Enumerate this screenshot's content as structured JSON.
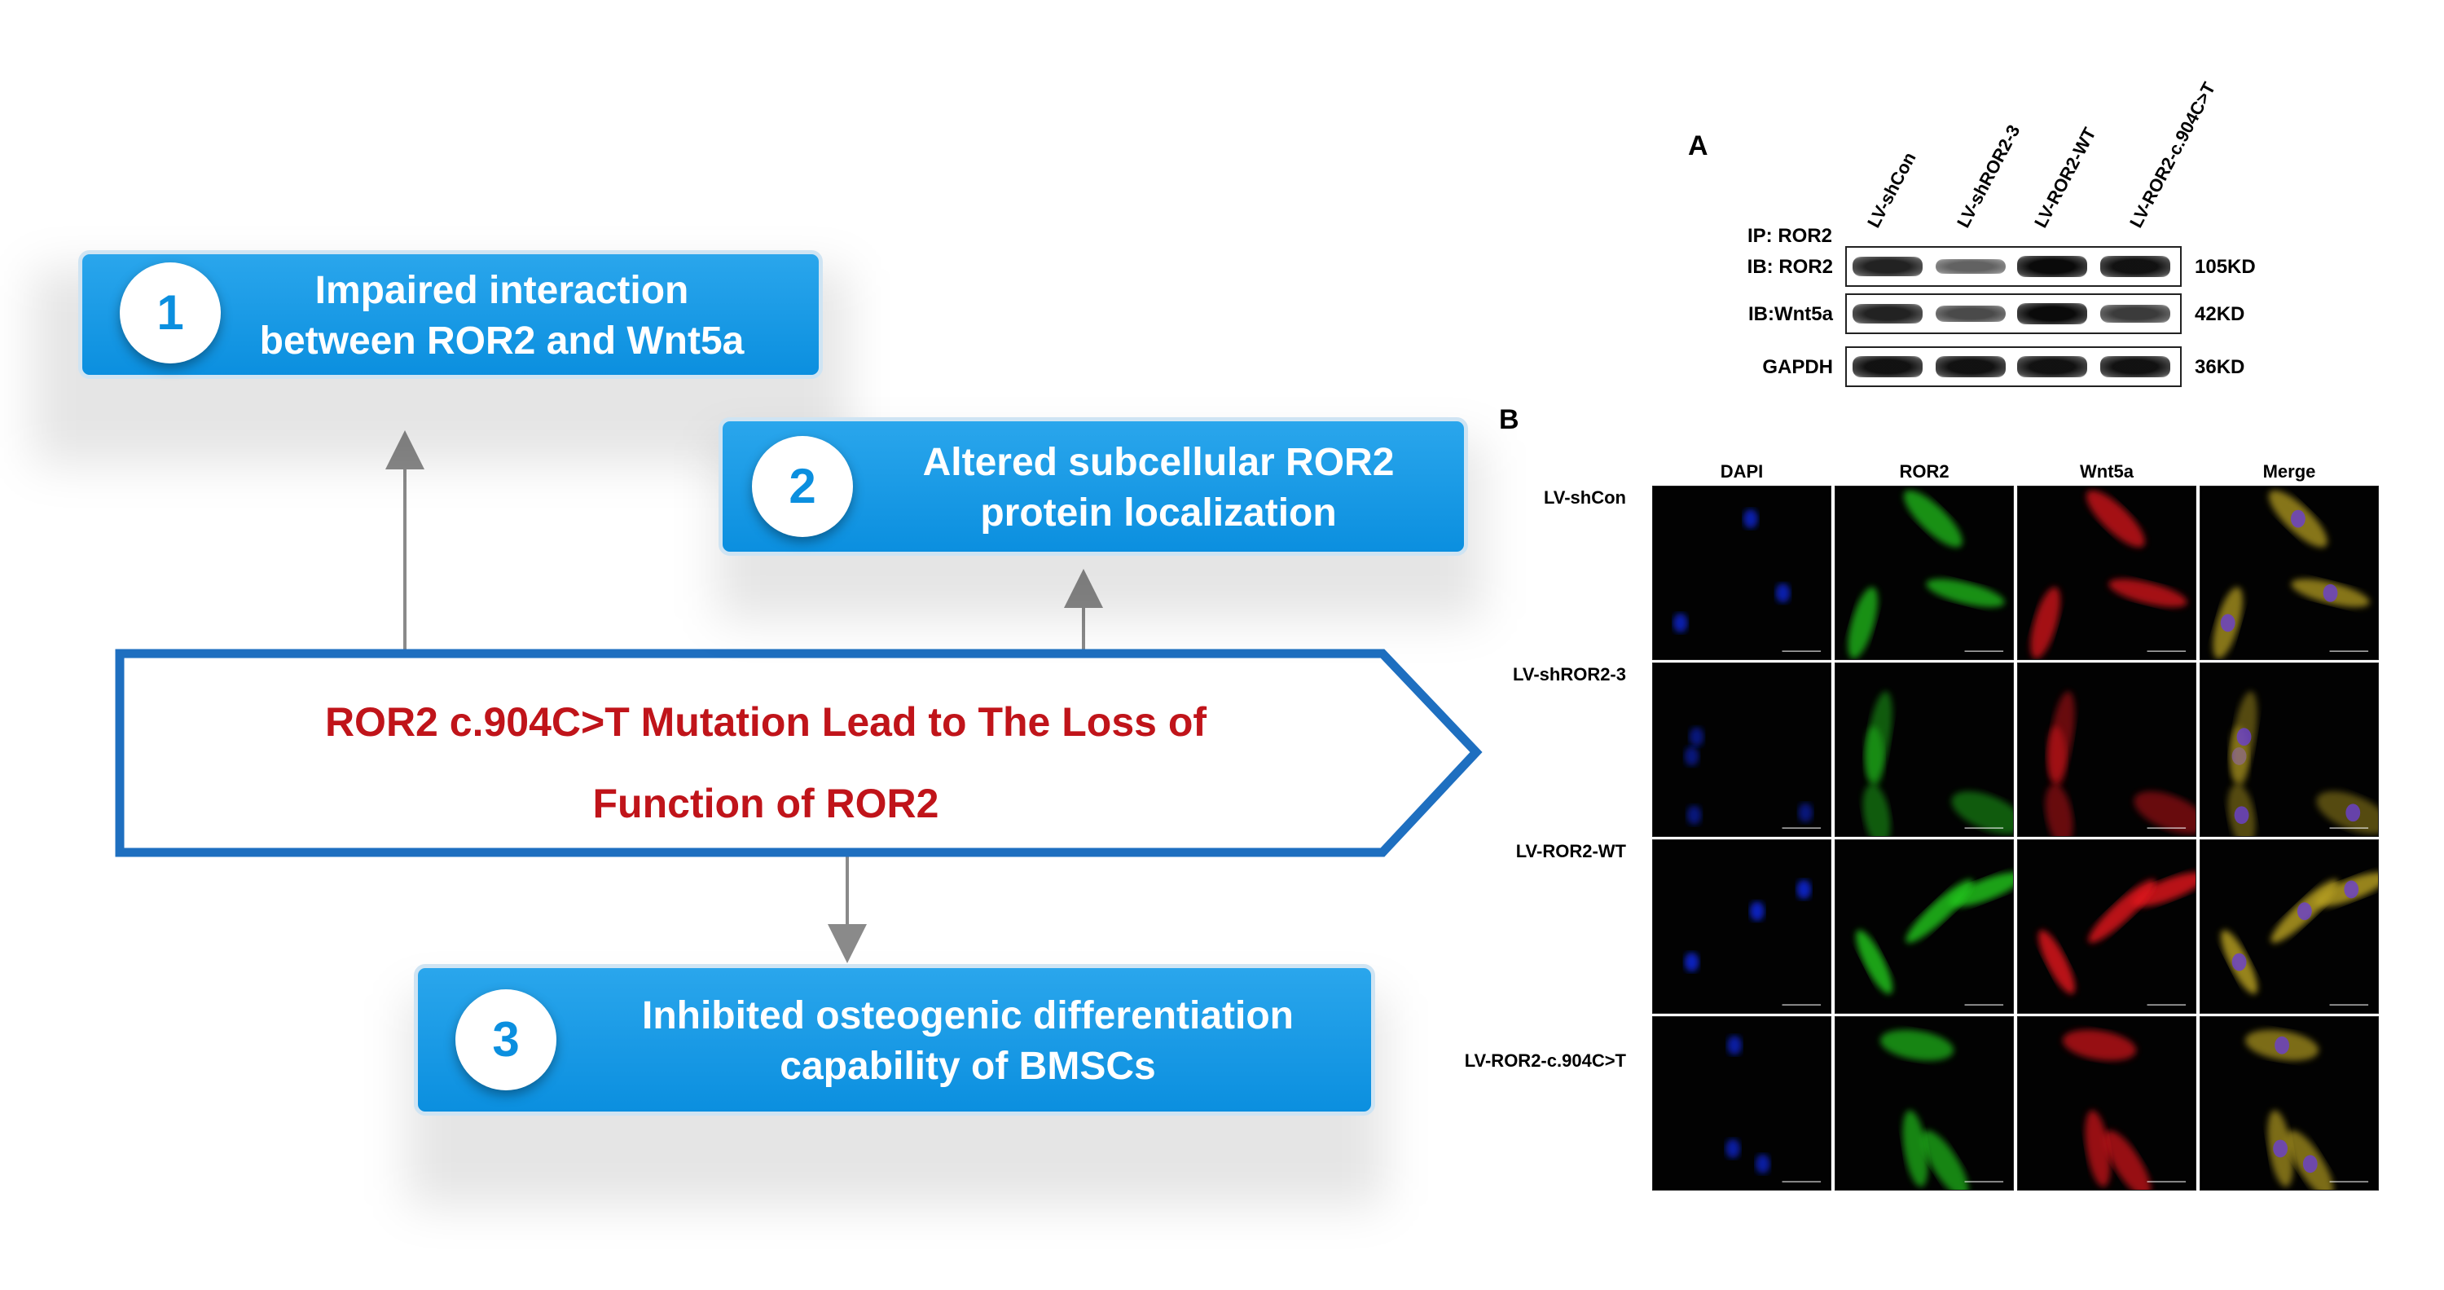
{
  "findings": [
    {
      "number": "1",
      "line1": "Impaired interaction",
      "line2": "between ROR2 and Wnt5a"
    },
    {
      "number": "2",
      "line1": "Altered subcellular ROR2",
      "line2": "protein localization"
    },
    {
      "number": "3",
      "line1": "Inhibited osteogenic differentiation",
      "line2": "capability of BMSCs"
    }
  ],
  "central": {
    "line1": "ROR2 c.904C>T Mutation Lead to The Loss of",
    "line2": "Function of ROR2"
  },
  "colors": {
    "box_blue": "#0b8fdf",
    "title_red": "#c0141a",
    "arrow_blue": "#1e6fc0"
  },
  "panel_a": {
    "letter": "A",
    "lanes": [
      "LV-shCon",
      "LV-shROR2-3",
      "LV-ROR2-WT",
      "LV-ROR2-c.904C>T"
    ],
    "ip_label": "IP: ROR2",
    "rows": [
      {
        "label": "IB: ROR2",
        "size": "105KD",
        "intensity": [
          0.85,
          0.45,
          1.0,
          0.95
        ]
      },
      {
        "label": "IB:Wnt5a",
        "size": "42KD",
        "intensity": [
          0.85,
          0.6,
          1.0,
          0.7
        ]
      },
      {
        "label": "GAPDH",
        "size": "36KD",
        "intensity": [
          0.95,
          0.95,
          0.95,
          0.95
        ]
      }
    ]
  },
  "panel_b": {
    "letter": "B",
    "columns": [
      "DAPI",
      "ROR2",
      "Wnt5a",
      "Merge"
    ],
    "rows": [
      "LV-shCon",
      "LV-shROR2-3",
      "LV-ROR2-WT",
      "LV-ROR2-c.904C>T"
    ],
    "brightness": [
      0.8,
      0.35,
      0.95,
      0.7
    ]
  }
}
